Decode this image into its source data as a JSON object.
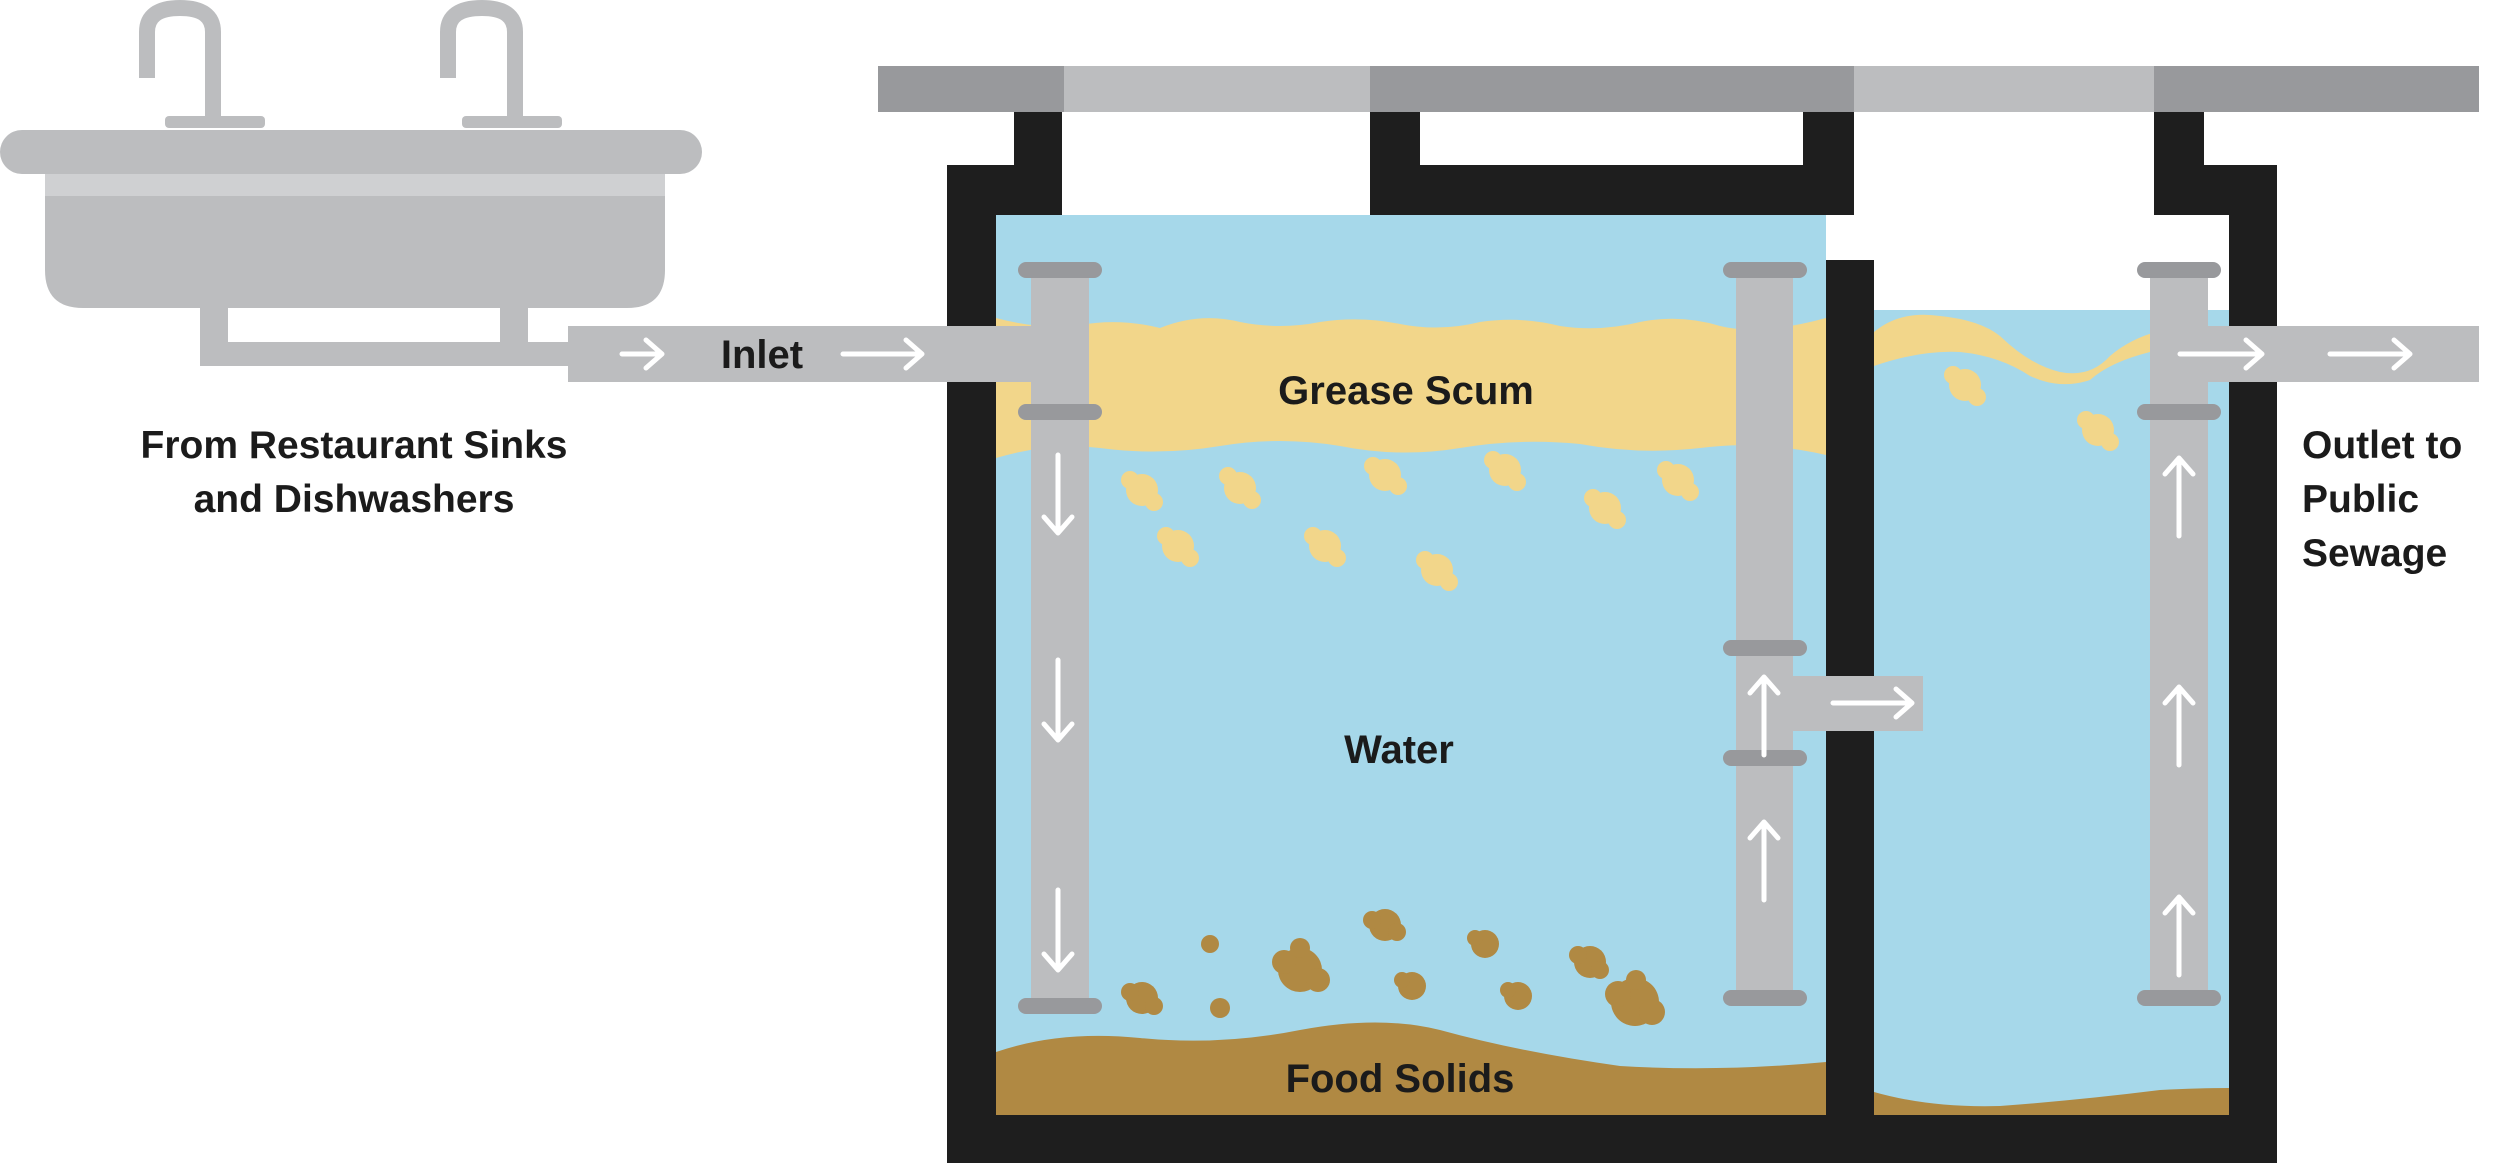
{
  "labels": {
    "inlet": "Inlet",
    "source_line1": "From Restaurant Sinks",
    "source_line2": "and Dishwashers",
    "grease": "Grease Scum",
    "water": "Water",
    "solids": "Food Solids",
    "outlet_line1": "Outlet to",
    "outlet_line2": "Public",
    "outlet_line3": "Sewage"
  },
  "colors": {
    "tank_wall": "#1e1e1e",
    "water": "#a6d8ea",
    "grease": "#f2d68a",
    "solids": "#b08943",
    "pipe": "#bcbdbf",
    "pipe_dark": "#98999c",
    "arrow": "#ffffff"
  }
}
